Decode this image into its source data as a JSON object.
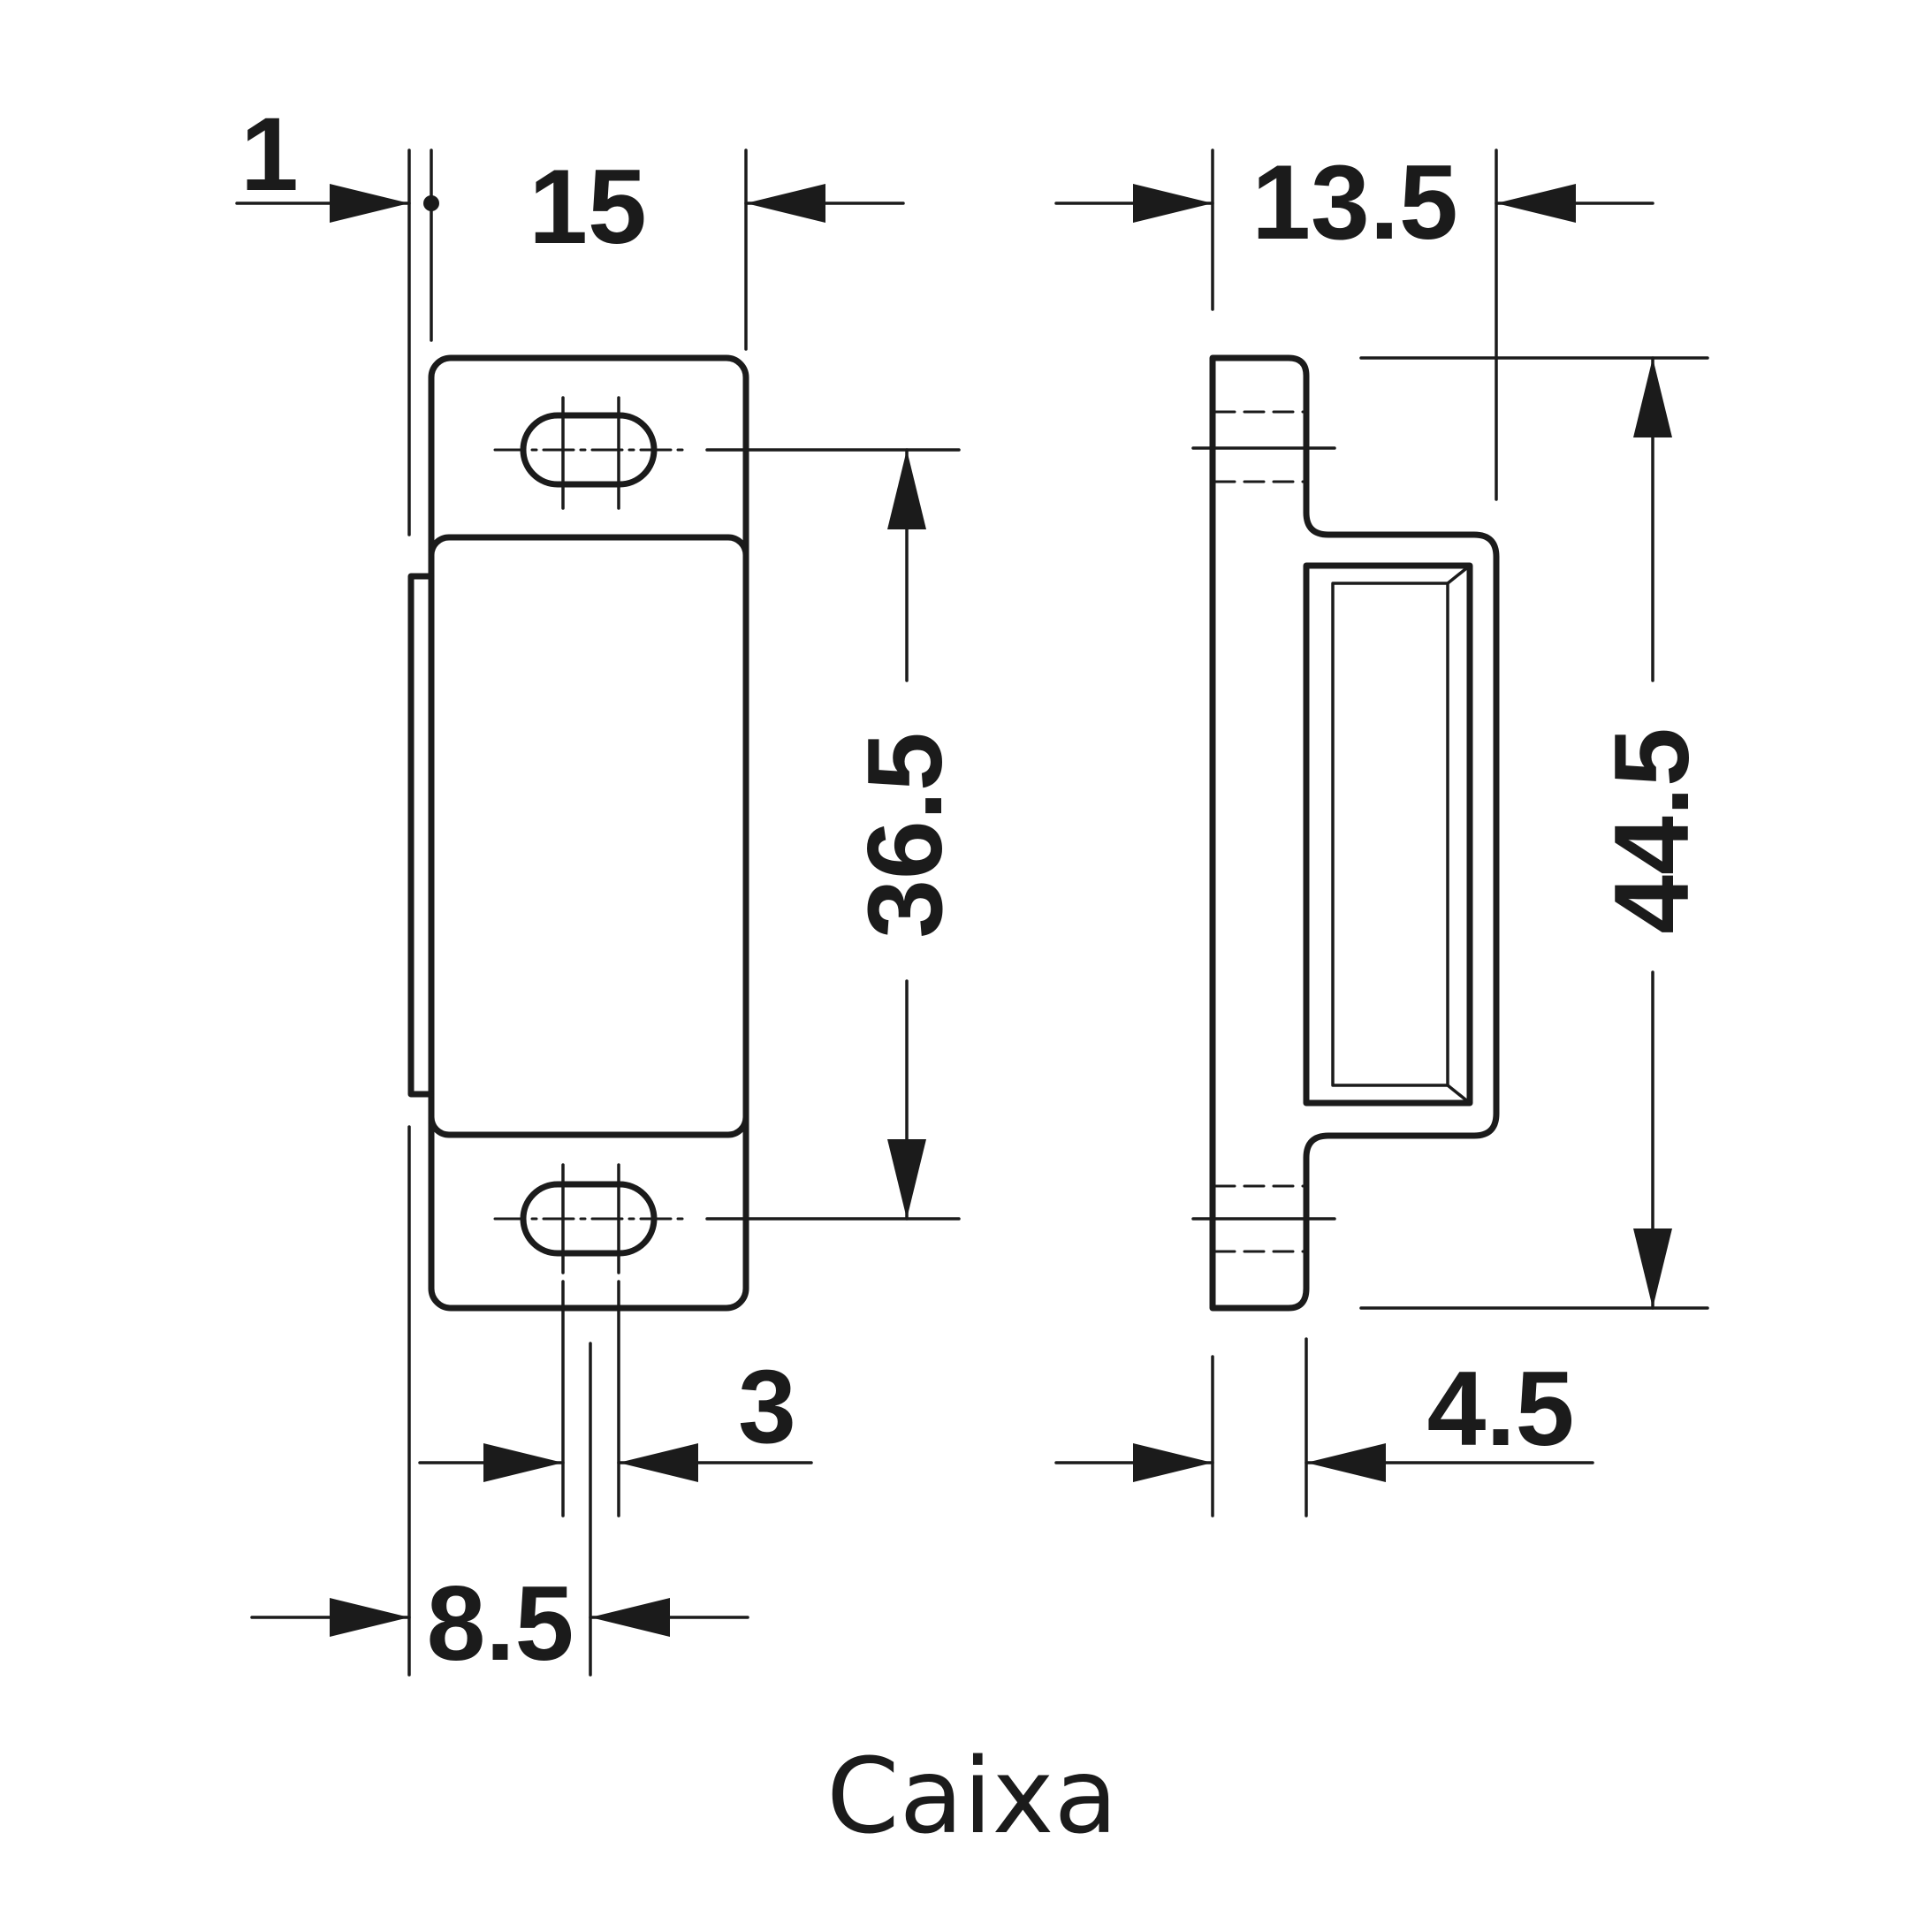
{
  "drawing": {
    "dimensions": {
      "gap_front": "1",
      "width_front": "15",
      "width_side": "13.5",
      "hole_spacing": "36.5",
      "height_side": "44.5",
      "slot_width": "3",
      "edge_to_hole": "8.5",
      "flange_thickness": "4.5"
    },
    "caption": "Caixa"
  }
}
